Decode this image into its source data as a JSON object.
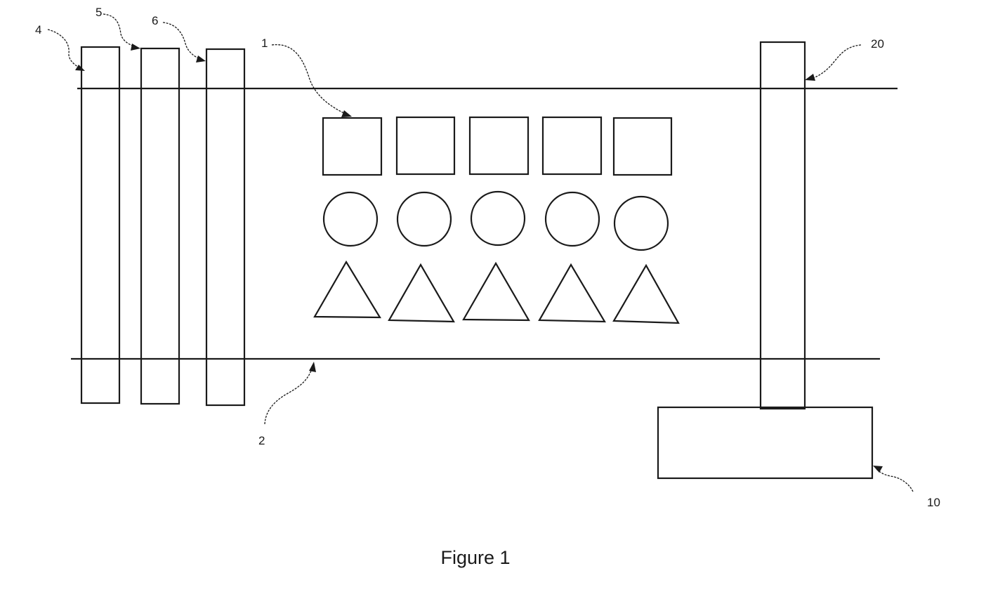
{
  "figure": {
    "caption": "Figure 1",
    "line_color": "#1a1a1a",
    "background": "#ffffff"
  },
  "labels": {
    "ref_1": "1",
    "ref_2": "2",
    "ref_4": "4",
    "ref_5": "5",
    "ref_6": "6",
    "ref_10": "10",
    "ref_20": "20"
  }
}
